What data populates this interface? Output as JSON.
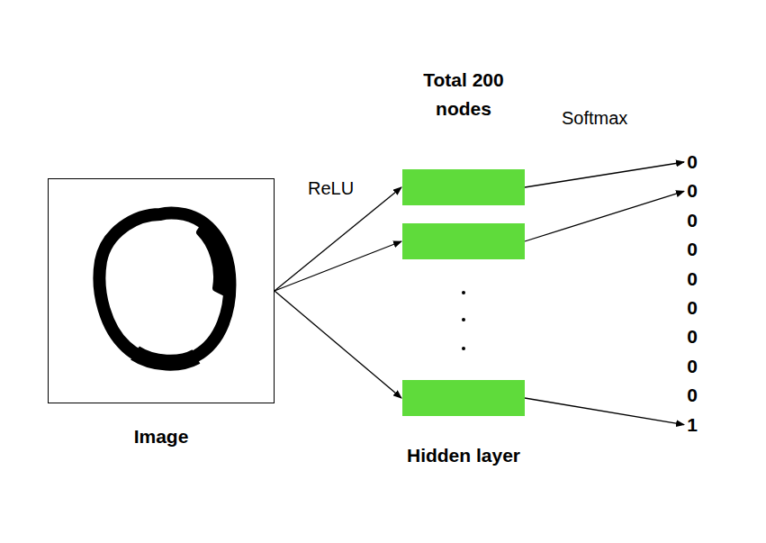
{
  "diagram": {
    "nodes": [
      {
        "text": [
          "Image"
        ]
      },
      {
        "text": [
          "Total 200 nodes",
          "Hidden layer"
        ]
      },
      {
        "text": [
          "0"
        ]
      },
      {
        "text": [
          "0"
        ]
      },
      {
        "text": [
          "0"
        ]
      },
      {
        "text": [
          "0"
        ]
      },
      {
        "text": [
          "0"
        ]
      },
      {
        "text": [
          "0"
        ]
      },
      {
        "text": [
          "0"
        ]
      },
      {
        "text": [
          "0"
        ]
      },
      {
        "text": [
          "0"
        ]
      },
      {
        "text": [
          "1"
        ]
      }
    ],
    "edges": [
      {
        "from": 0,
        "to": 1,
        "arrow": "to"
      },
      {
        "from": 1,
        "to": 2,
        "arrow": "to"
      },
      {
        "from": 1,
        "to": 3,
        "arrow": "to"
      },
      {
        "from": 1,
        "to": 11,
        "arrow": "to"
      }
    ],
    "labels": [
      "ReLU",
      "Softmax"
    ]
  }
}
